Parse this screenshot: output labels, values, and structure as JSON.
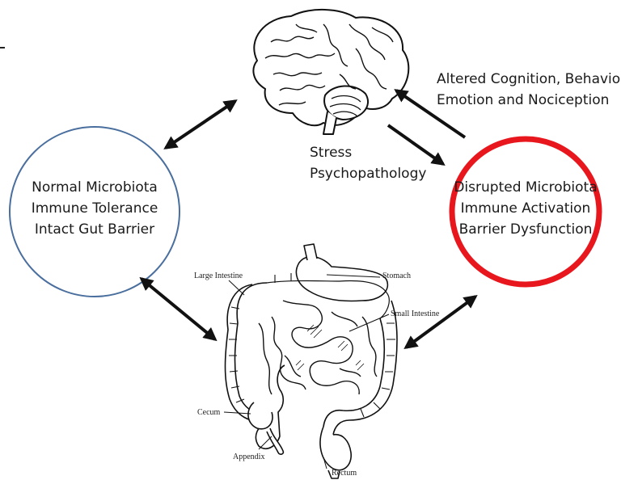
{
  "labels": {
    "healthy": [
      "Normal Microbiota",
      "Immune Tolerance",
      "Intact Gut Barrier"
    ],
    "disrupted": [
      "Disrupted Microbiota",
      "Immune Activation",
      "Barrier Dysfunction"
    ],
    "stress": [
      "Stress",
      "Psychopathology"
    ],
    "outcomes": [
      "Altered Cognition, Behavior,",
      "Emotion and Nociception"
    ]
  },
  "anatomy": {
    "large_intestine": "Large Intestine",
    "stomach": "Stomach",
    "small_intestine": "Small Intestine",
    "cecum": "Cecum",
    "appendix": "Appendix",
    "rectum": "Rectum"
  },
  "colors": {
    "healthy_outline": "#4a6f9e",
    "disrupted_outline": "#e8171d",
    "arrow": "#111111"
  },
  "icons": [
    "brain-illustration",
    "digestive-tract-illustration"
  ]
}
